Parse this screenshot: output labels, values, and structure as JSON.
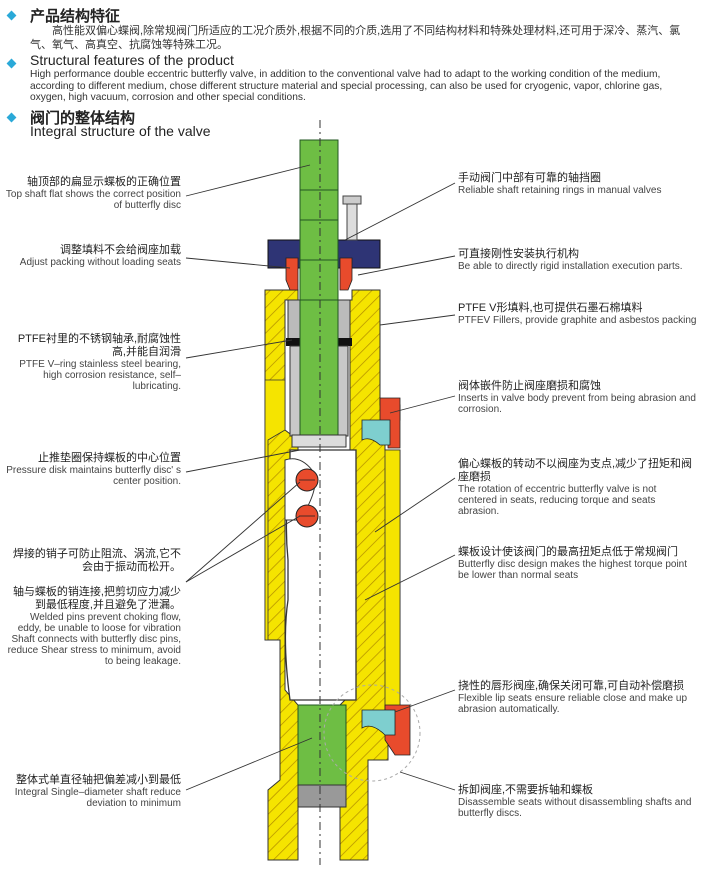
{
  "sections": {
    "features_cn_title": "产品结构特征",
    "features_cn_body": "高性能双偏心蝶阀,除常规阀门所适应的工况介质外,根据不同的介质,选用了不同结构材料和特殊处理材料,还可用于深冷、蒸汽、氯气、氧气、高真空、抗腐蚀等特殊工况。",
    "features_en_title": "Structural features of the product",
    "features_en_body": "High performance double eccentric butterfly valve, in addition to the conventional valve had to adapt to the working condition of the medium, according to different medium, chose different structure material and special processing, can also be used for cryogenic, vapor, chlorine gas, oxygen, high vacuum, corrosion and other special conditions.",
    "integral_cn_title": "阀门的整体结构",
    "integral_en_title": "Integral structure of the valve"
  },
  "labels_left": [
    {
      "cn": "轴顶部的扁显示蝶板的正确位置",
      "en": "Top shaft flat shows the correct position of butterfly disc"
    },
    {
      "cn": "调整填料不会给阀座加载",
      "en": "Adjust packing without loading seats"
    },
    {
      "cn": "PTFE衬里的不锈钢轴承,耐腐蚀性高,并能自润滑",
      "en": "PTFE V–ring stainless steel bearing, high corrosion resistance, self–lubricating."
    },
    {
      "cn": "止推垫圈保持蝶板的中心位置",
      "en": "Pressure disk maintains butterfly disc' s center position."
    },
    {
      "cn": "焊接的销子可防止阻流、涡流,它不会由于振动而松开。",
      "en": ""
    },
    {
      "cn": "轴与蝶板的销连接,把剪切应力减少到最低程度,并且避免了泄漏。",
      "en": "Welded pins prevent choking flow, eddy, be unable to loose for vibration Shaft connects with butterfly disc pins, reduce Shear stress to minimum, avoid to being leakage."
    },
    {
      "cn": "整体式单直径轴把偏差减小到最低",
      "en": "Integral Single–diameter shaft reduce deviation to minimum"
    }
  ],
  "labels_right": [
    {
      "cn": "手动阀门中部有可靠的轴挡圈",
      "en": "Reliable shaft retaining rings in manual valves"
    },
    {
      "cn": "可直接刚性安装执行机构",
      "en": "Be able to directly rigid installation execution parts."
    },
    {
      "cn": "PTFE V形填料,也可提供石墨石棉填料",
      "en": "PTFEV Fillers, provide graphite and asbestos packing"
    },
    {
      "cn": "阀体嵌件防止阀座磨损和腐蚀",
      "en": "Inserts in valve body prevent from being abrasion and corrosion."
    },
    {
      "cn": "偏心蝶板的转动不以阀座为支点,减少了扭矩和阀座磨损",
      "en": "The rotation of eccentric butterfly valve is not centered in seats, reducing torque and seats abrasion."
    },
    {
      "cn": "蝶板设计使该阀门的最高扭矩点低于常规阀门",
      "en": "Butterfly disc design makes the highest torque point be lower than normal seats"
    },
    {
      "cn": "挠性的唇形阀座,确保关闭可靠,可自动补偿磨损",
      "en": "Flexible lip seats ensure reliable close and make up abrasion automatically."
    },
    {
      "cn": "拆卸阀座,不需要拆轴和蝶板",
      "en": "Disassemble seats without disassembling shafts and butterfly discs."
    }
  ],
  "colors": {
    "body_yellow": "#f5e400",
    "shaft_green": "#6ebe44",
    "packing_red": "#e84b2c",
    "gland_navy": "#2e3475",
    "accent_blue": "#2aa9d8",
    "seat_teal": "#7ecfcf"
  }
}
